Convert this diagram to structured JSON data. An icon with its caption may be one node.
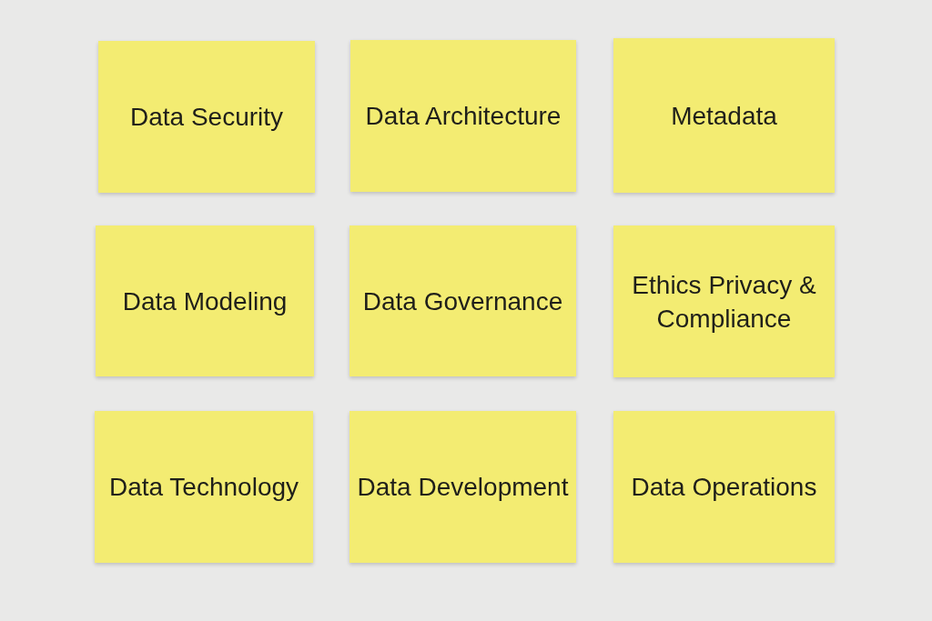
{
  "diagram": {
    "nodes": [
      {
        "text": [
          "Data Security"
        ]
      },
      {
        "text": [
          "Data Architecture"
        ]
      },
      {
        "text": [
          "Metadata"
        ]
      },
      {
        "text": [
          "Data Modeling"
        ]
      },
      {
        "text": [
          "Data Governance"
        ]
      },
      {
        "text": [
          "Ethics Privacy & Compliance"
        ]
      },
      {
        "text": [
          "Data Technology"
        ]
      },
      {
        "text": [
          "Data Development"
        ]
      },
      {
        "text": [
          "Data Operations"
        ]
      }
    ]
  }
}
